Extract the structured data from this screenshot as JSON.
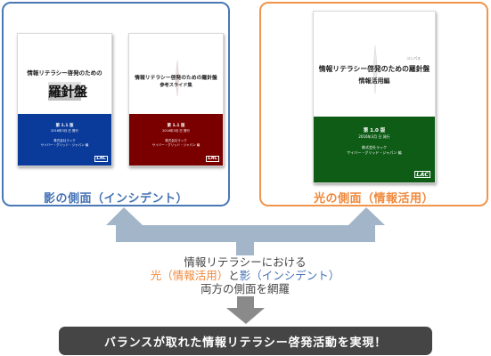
{
  "panels": {
    "shadow": {
      "caption": "影の側面（インシデント）",
      "border_color": "#4a78b6",
      "books": [
        {
          "title": "情報リテラシー啓発のための",
          "main_title": "羅針盤",
          "band_color": "#0a3a9a",
          "band_lines": [
            "第 1.1 版",
            "2016年3月 日 発行",
            "株式会社ラック",
            "サイバー・グリッド・ジャパン 編"
          ],
          "logo": "LAC"
        },
        {
          "title": "情報リテラシー啓発のための羅針盤",
          "subtitle": "参考スライド集",
          "band_color": "#7a0000",
          "band_lines": [
            "第 1.1 版",
            "2016年3月 日 発行",
            "株式会社ラック",
            "サイバー・グリッド・ジャパン 編"
          ],
          "logo": "LAC"
        }
      ]
    },
    "light": {
      "caption": "光の側面（情報活用）",
      "border_color": "#f0954b",
      "book": {
        "ruby": "コンパス",
        "title": "情報リテラシー啓発のための羅針盤",
        "subtitle": "情報活用編",
        "band_color": "#0e5c16",
        "band_lines": [
          "第 1.0 版",
          "2016年3月 日 発行",
          "株式会社ラック",
          "サイバー・グリッド・ジャパン 編"
        ],
        "logo": "LAC"
      }
    }
  },
  "center_text": {
    "line1": "情報リテラシーにおける",
    "line2_light": "光（情報活用）",
    "line2_and": "と",
    "line2_shadow": "影（インシデント）",
    "line3": "両方の側面を網羅"
  },
  "result_banner": "バランスが取れた情報リテラシー啓発活動を実現！",
  "colors": {
    "arrow": "#a3b5c9",
    "arrow_down": "#8a8a8a",
    "banner_bg": "#454545",
    "accent_orange": "#f08a3c",
    "accent_blue": "#4472b4"
  }
}
